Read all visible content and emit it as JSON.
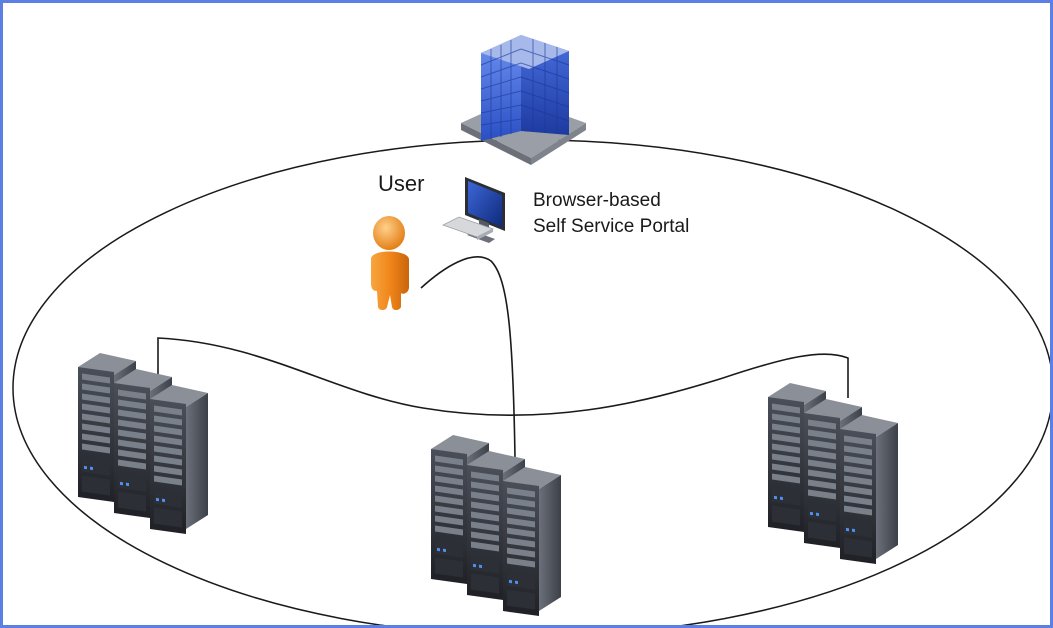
{
  "diagram": {
    "user_label": "User",
    "portal_label_line1": "Browser-based",
    "portal_label_line2": "Self Service Portal",
    "colors": {
      "frame_border": "#5b7fe3",
      "connection_line": "#1a1a1a",
      "building_glass": "#3b63d6",
      "user_figure": "#f08a1c",
      "server_rack": "#3a3d44"
    },
    "icons": [
      "office-building-icon",
      "user-person-icon",
      "computer-monitor-icon",
      "server-rack-icon"
    ]
  }
}
